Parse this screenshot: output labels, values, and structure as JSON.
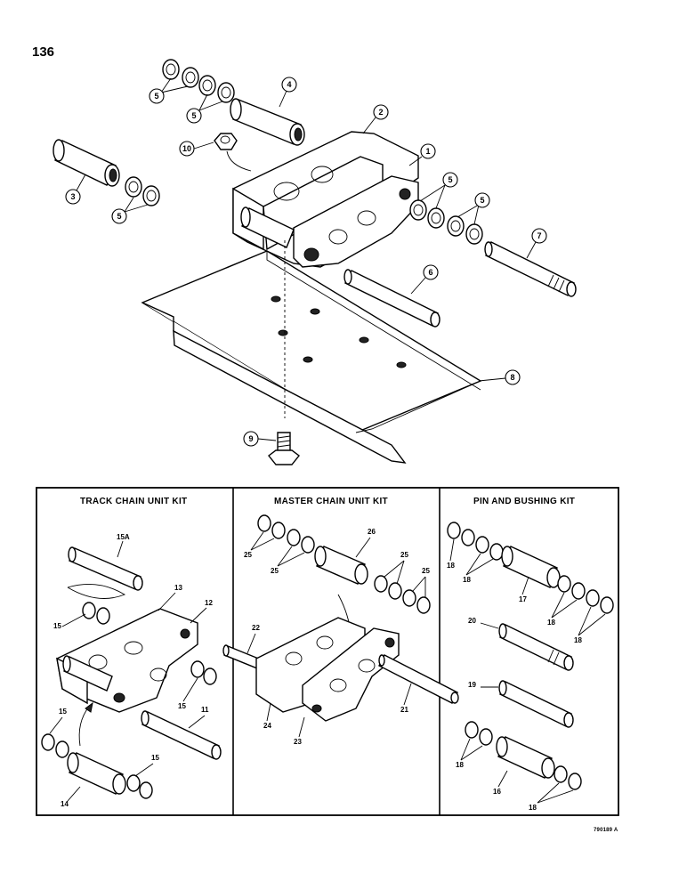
{
  "page_number": "136",
  "figure_code": "790189 A",
  "callouts": [
    "1",
    "2",
    "3",
    "4",
    "5",
    "6",
    "7",
    "8",
    "9",
    "10"
  ],
  "kits": [
    {
      "title": "TRACK CHAIN UNIT KIT",
      "labels": [
        "15A",
        "13",
        "12",
        "15",
        "15",
        "11",
        "15",
        "15",
        "14"
      ]
    },
    {
      "title": "MASTER CHAIN UNIT KIT",
      "labels": [
        "25",
        "25",
        "26",
        "25",
        "25",
        "22",
        "24",
        "23",
        "21"
      ]
    },
    {
      "title": "PIN AND BUSHING KIT",
      "labels": [
        "18",
        "18",
        "17",
        "18",
        "18",
        "20",
        "19",
        "18",
        "16",
        "18"
      ]
    }
  ]
}
